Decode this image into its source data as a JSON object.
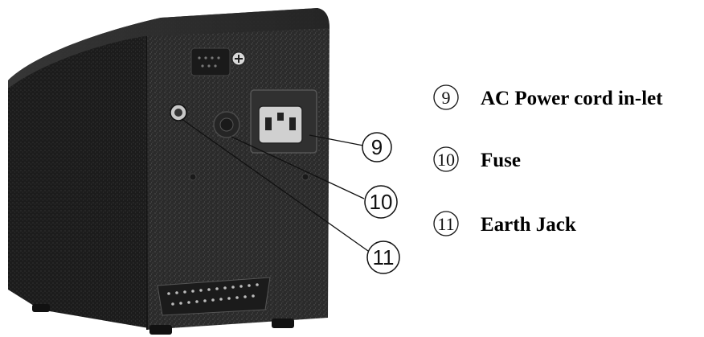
{
  "callouts": [
    {
      "number": "9",
      "label": "AC Power cord in-let"
    },
    {
      "number": "10",
      "label": "Fuse"
    },
    {
      "number": "11",
      "label": "Earth Jack"
    }
  ],
  "colors": {
    "device_body": "#2a2a2a",
    "device_top": "#3a3a3a",
    "device_side": "#1e1e1e",
    "background": "#ffffff",
    "ink": "#111111"
  }
}
